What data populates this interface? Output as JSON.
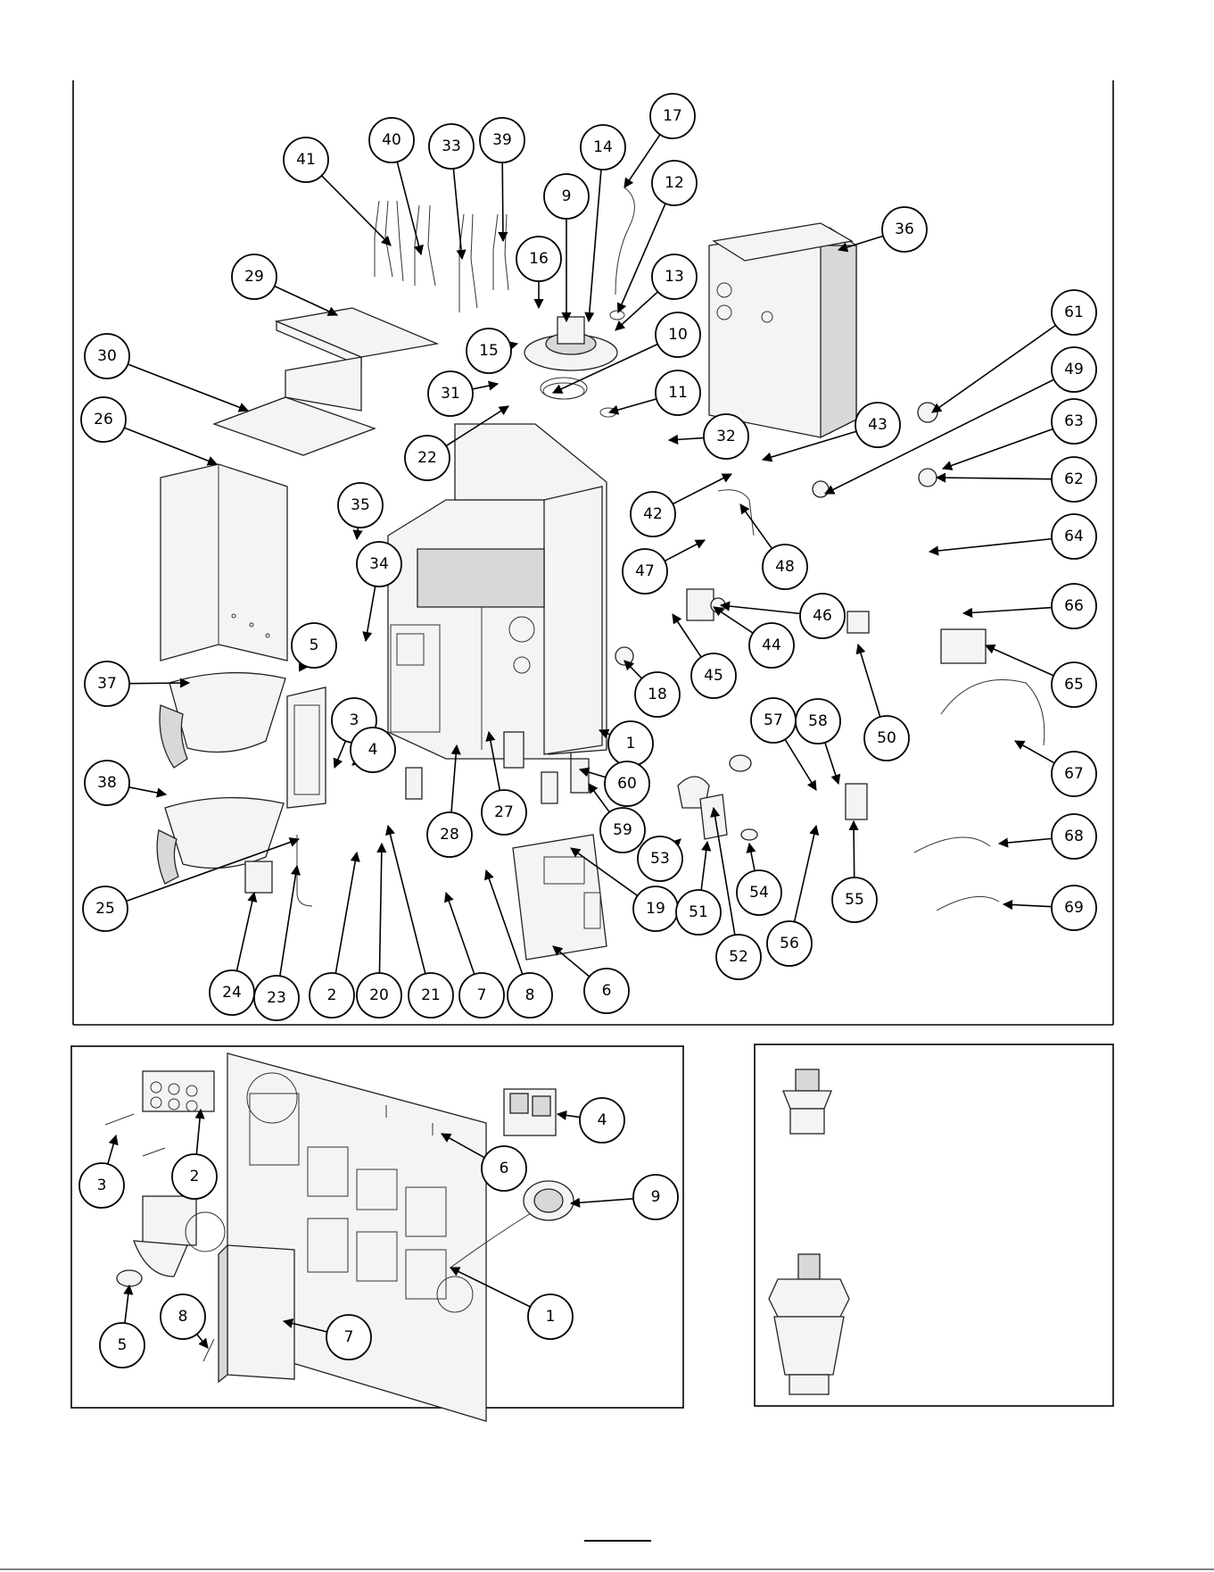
{
  "main_callouts": [
    "1",
    "2",
    "3",
    "4",
    "5",
    "6",
    "7",
    "8",
    "9",
    "10",
    "11",
    "12",
    "13",
    "14",
    "15",
    "16",
    "17",
    "18",
    "19",
    "20",
    "21",
    "22",
    "23",
    "24",
    "25",
    "26",
    "27",
    "28",
    "29",
    "30",
    "31",
    "32",
    "33",
    "34",
    "35",
    "36",
    "37",
    "38",
    "39",
    "40",
    "41",
    "42",
    "43",
    "44",
    "45",
    "46",
    "47",
    "48",
    "49",
    "50",
    "51",
    "52",
    "53",
    "54",
    "55",
    "56",
    "57",
    "58",
    "59",
    "60",
    "61",
    "62",
    "63",
    "64",
    "65",
    "66",
    "67",
    "68",
    "69"
  ],
  "inset_callouts": [
    "1",
    "2",
    "3",
    "4",
    "5",
    "6",
    "7",
    "8",
    "9"
  ],
  "colors": {
    "line": "#000000",
    "part_fill": "#f4f4f4",
    "shade": "#d8d8d8"
  }
}
